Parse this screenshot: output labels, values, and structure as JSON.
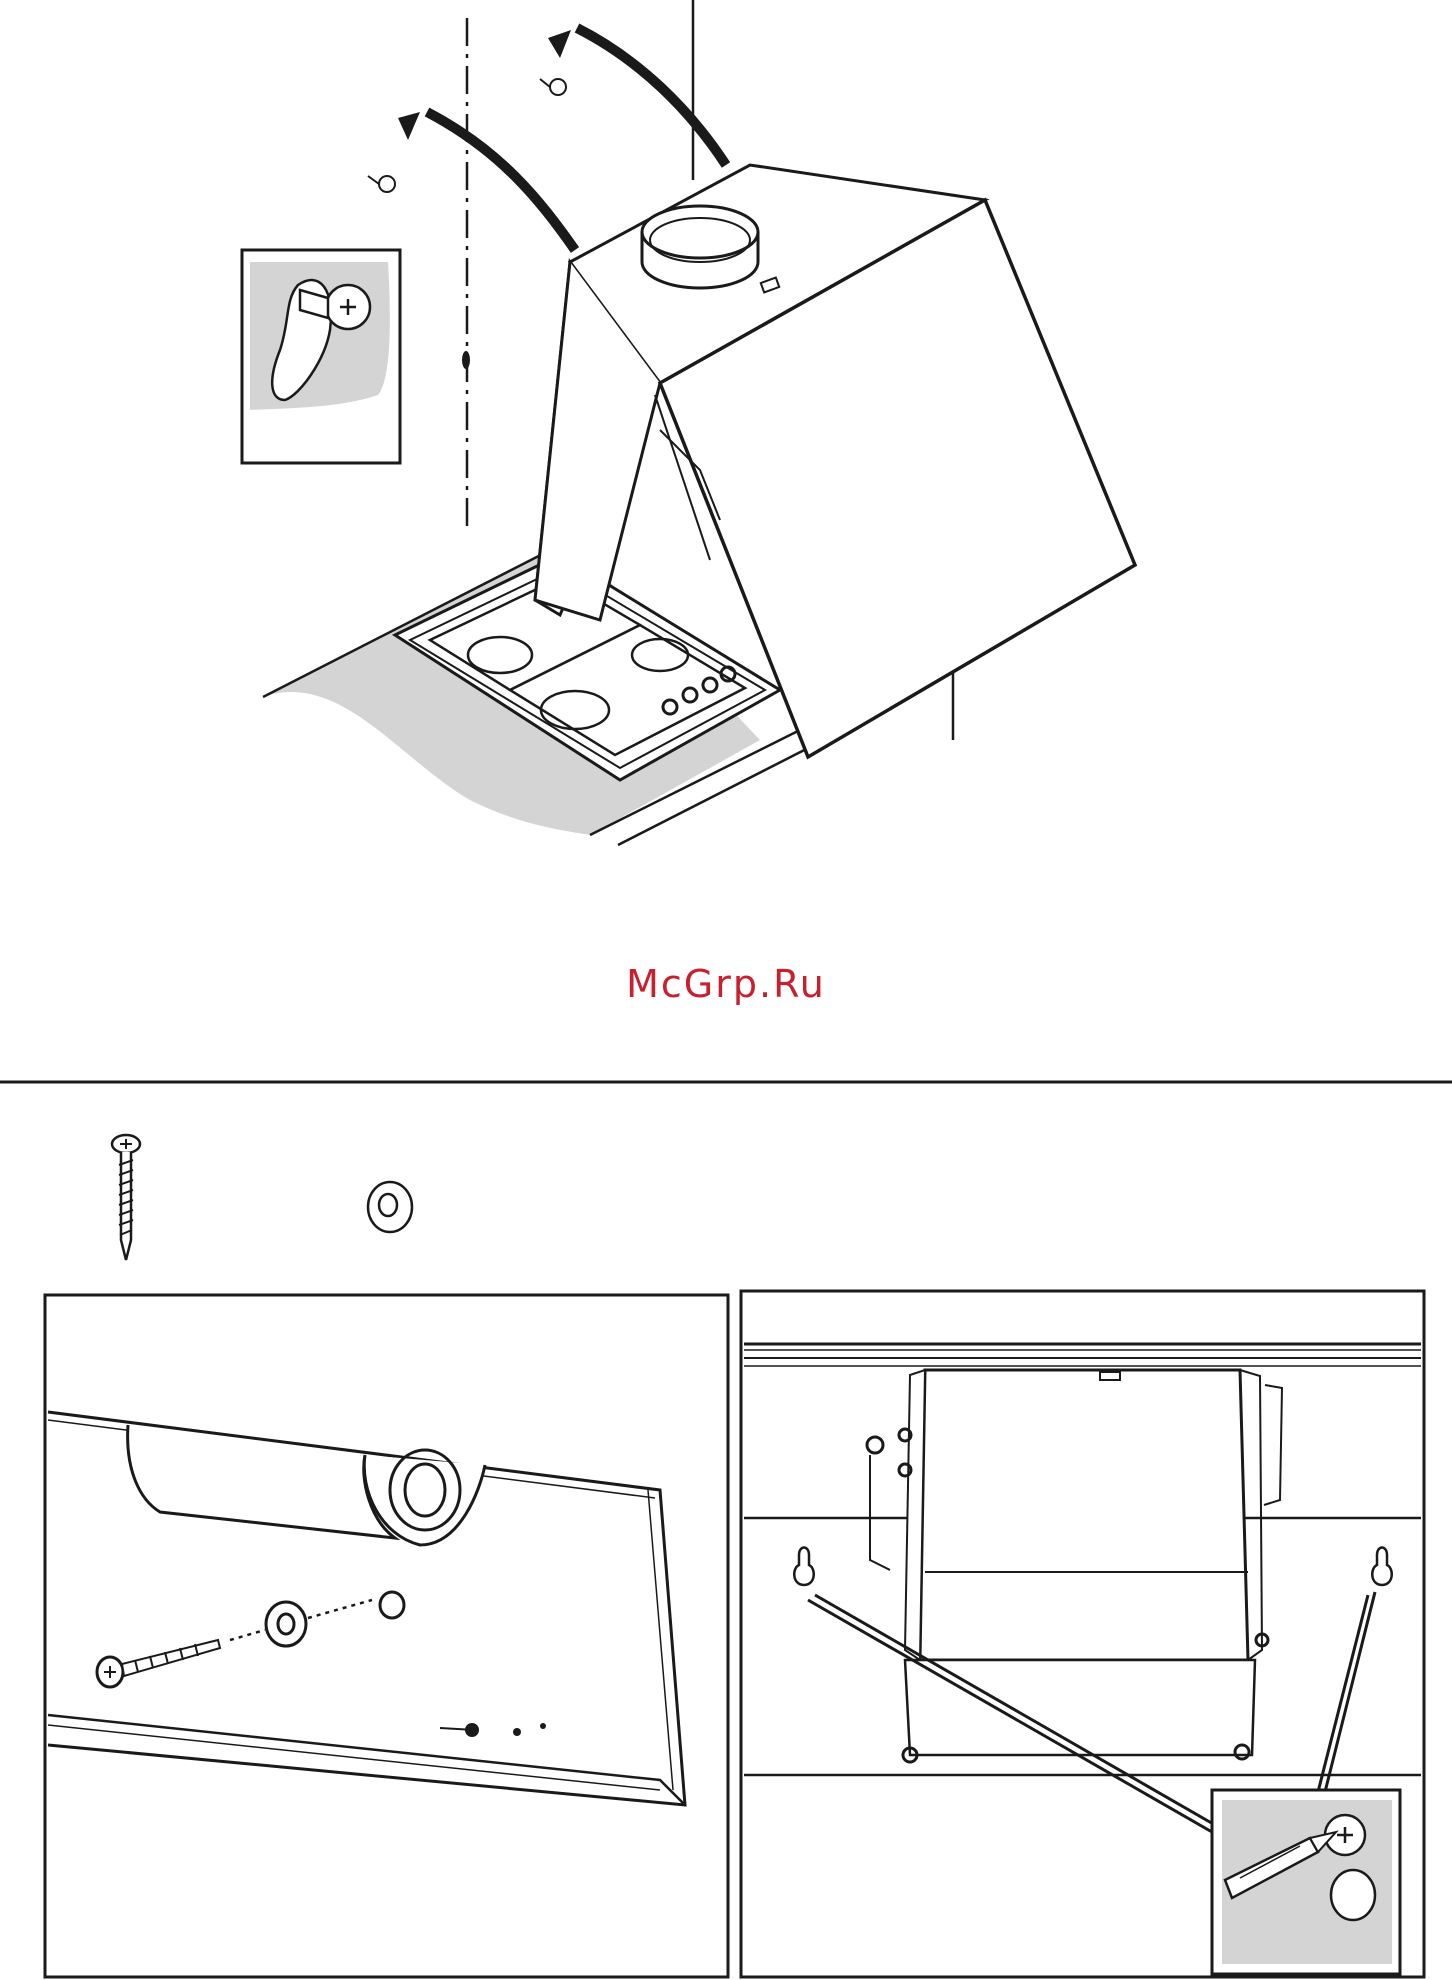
{
  "page": {
    "watermark_text": "McGrp.Ru",
    "watermark_color": "#c8202f",
    "ink_color": "#1a1a1a",
    "shade_color": "#d4d4d4"
  },
  "figure_top": {
    "callout": "screw-keyhole-detail",
    "icons": [
      "rotation-arrow-icon",
      "screw-icon",
      "hood-icon",
      "hob-icon"
    ]
  },
  "parts_row": {
    "icons": [
      "wood-screw-icon",
      "washer-icon"
    ]
  },
  "figure_bottom_left": {
    "icons": [
      "hood-panel-icon",
      "fan-cylinder-icon",
      "screw-icon",
      "washer-icon",
      "hole-icon"
    ]
  },
  "figure_bottom_right": {
    "callout": "screwdriver-detail",
    "icons": [
      "motor-housing-icon",
      "keyhole-slot-icon",
      "screwdriver-icon"
    ]
  }
}
